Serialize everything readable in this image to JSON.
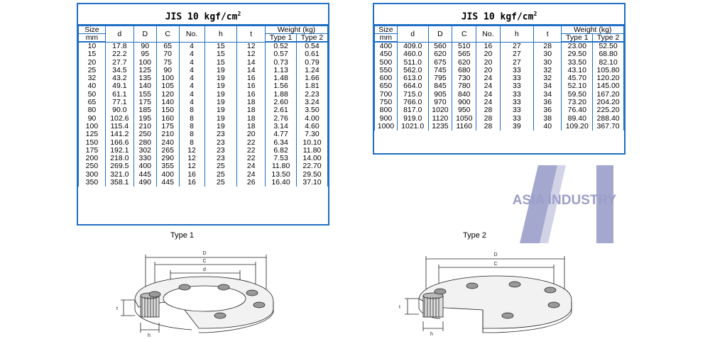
{
  "left_table": {
    "title": "JIS 10 kgf/cm",
    "title_sup": "2",
    "headers": {
      "size": "Size",
      "mm": "mm",
      "d": "d",
      "D": "D",
      "C": "C",
      "no": "No.",
      "h": "h",
      "t": "t",
      "weight": "Weight (kg)",
      "type1": "Type 1",
      "type2": "Type 2"
    },
    "rows": [
      [
        "10",
        "17.8",
        "90",
        "65",
        "4",
        "15",
        "12",
        "0.52",
        "0.54"
      ],
      [
        "15",
        "22.2",
        "95",
        "70",
        "4",
        "15",
        "12",
        "0.57",
        "0.61"
      ],
      [
        "20",
        "27.7",
        "100",
        "75",
        "4",
        "15",
        "14",
        "0.73",
        "0.79"
      ],
      [
        "25",
        "34.5",
        "125",
        "90",
        "4",
        "19",
        "14",
        "1.13",
        "1.24"
      ],
      [
        "32",
        "43.2",
        "135",
        "100",
        "4",
        "19",
        "16",
        "1.48",
        "1.66"
      ],
      [
        "40",
        "49.1",
        "140",
        "105",
        "4",
        "19",
        "16",
        "1.56",
        "1.81"
      ],
      [
        "50",
        "61.1",
        "155",
        "120",
        "4",
        "19",
        "16",
        "1.88",
        "2.23"
      ],
      [
        "65",
        "77.1",
        "175",
        "140",
        "4",
        "19",
        "18",
        "2.60",
        "3.24"
      ],
      [
        "80",
        "90.0",
        "185",
        "150",
        "8",
        "19",
        "18",
        "2.61",
        "3.50"
      ],
      [
        "90",
        "102.6",
        "195",
        "160",
        "8",
        "19",
        "18",
        "2.76",
        "4.00"
      ],
      [
        "100",
        "115.4",
        "210",
        "175",
        "8",
        "19",
        "18",
        "3.14",
        "4.60"
      ],
      [
        "125",
        "141.2",
        "250",
        "210",
        "8",
        "23",
        "20",
        "4.77",
        "7.30"
      ],
      [
        "150",
        "166.6",
        "280",
        "240",
        "8",
        "23",
        "22",
        "6.34",
        "10.10"
      ],
      [
        "175",
        "192.1",
        "302",
        "265",
        "12",
        "23",
        "22",
        "6.82",
        "11.80"
      ],
      [
        "200",
        "218.0",
        "330",
        "290",
        "12",
        "23",
        "22",
        "7.53",
        "14.00"
      ],
      [
        "250",
        "269.5",
        "400",
        "355",
        "12",
        "25",
        "24",
        "11.80",
        "22.70"
      ],
      [
        "300",
        "321.0",
        "445",
        "400",
        "16",
        "25",
        "24",
        "13.50",
        "29.50"
      ],
      [
        "350",
        "358.1",
        "490",
        "445",
        "16",
        "25",
        "26",
        "16.40",
        "37.10"
      ]
    ]
  },
  "right_table": {
    "title": "JIS 10 kgf/cm",
    "title_sup": "2",
    "headers": {
      "size": "Size",
      "mm": "mm",
      "d": "d",
      "D": "D",
      "C": "C",
      "no": "No.",
      "h": "h",
      "t": "t",
      "weight": "Weight (kg)",
      "type1": "Type 1",
      "type2": "Type 2"
    },
    "rows": [
      [
        "400",
        "409.0",
        "560",
        "510",
        "16",
        "27",
        "28",
        "23.00",
        "52.50"
      ],
      [
        "450",
        "460.0",
        "620",
        "565",
        "20",
        "27",
        "30",
        "29.50",
        "68.80"
      ],
      [
        "500",
        "511.0",
        "675",
        "620",
        "20",
        "27",
        "30",
        "33.50",
        "82.10"
      ],
      [
        "550",
        "562.0",
        "745",
        "680",
        "20",
        "33",
        "32",
        "43.10",
        "105.80"
      ],
      [
        "600",
        "613.0",
        "795",
        "730",
        "24",
        "33",
        "32",
        "45.70",
        "120.20"
      ],
      [
        "650",
        "664.0",
        "845",
        "780",
        "24",
        "33",
        "34",
        "52.10",
        "145.00"
      ],
      [
        "700",
        "715.0",
        "905",
        "840",
        "24",
        "33",
        "34",
        "59.50",
        "167.20"
      ],
      [
        "750",
        "766.0",
        "970",
        "900",
        "24",
        "33",
        "36",
        "73.20",
        "204.20"
      ],
      [
        "800",
        "817.0",
        "1020",
        "950",
        "28",
        "33",
        "36",
        "76.40",
        "225.20"
      ],
      [
        "900",
        "919.0",
        "1120",
        "1050",
        "28",
        "33",
        "38",
        "89.40",
        "288.40"
      ],
      [
        "1000",
        "1021.0",
        "1235",
        "1160",
        "28",
        "39",
        "40",
        "109.20",
        "367.70"
      ]
    ]
  },
  "diagrams": {
    "type1_label": "Type 1",
    "type2_label": "Type 2",
    "dim_D": "D",
    "dim_C": "C",
    "dim_d": "d",
    "dim_t": "t",
    "dim_h": "h"
  },
  "watermark": {
    "text": "ASIA INDUSTRY",
    "color": "#9b9ec9"
  },
  "colors": {
    "table_border": "#1f6fc4"
  }
}
